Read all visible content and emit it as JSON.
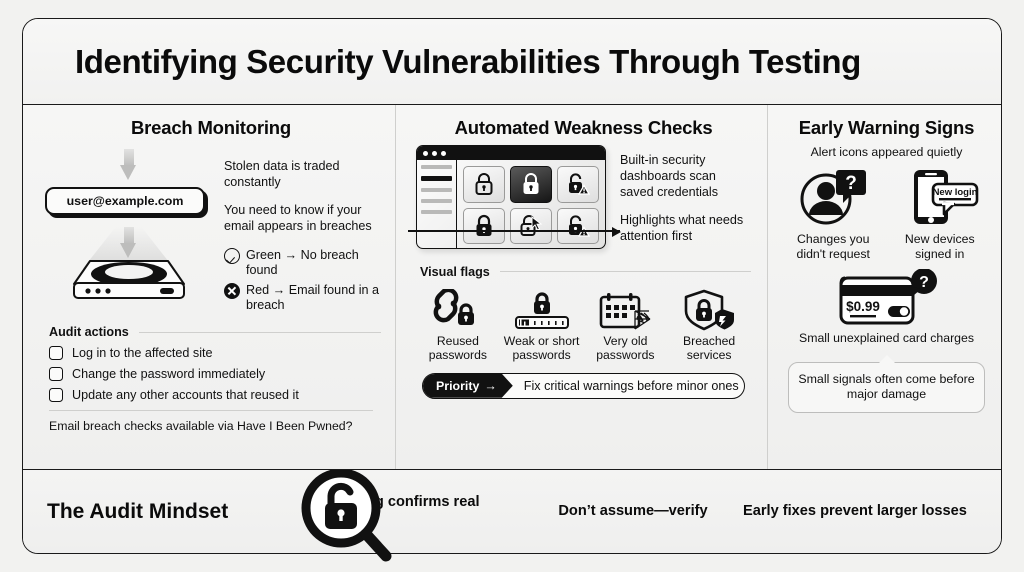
{
  "header": {
    "title": "Identifying Security Vulnerabilities Through Testing"
  },
  "columns": {
    "breach": {
      "heading": "Breach Monitoring",
      "email_chip": "user@example.com",
      "paragraphs": [
        "Stolen data is traded constantly",
        "You need to know if your email appears in breaches"
      ],
      "legend": [
        {
          "icon": "check-circle-icon",
          "text": "Green → No breach found"
        },
        {
          "icon": "x-circle-icon",
          "text": "Red → Email found in a breach"
        }
      ],
      "audit_heading": "Audit actions",
      "audit_items": [
        "Log in to the affected site",
        "Change the password immediately",
        "Update any other accounts that reused it"
      ],
      "footnote": "Email breach checks available via Have I Been Pwned?"
    },
    "weakness": {
      "heading": "Automated Weakness Checks",
      "paragraphs": [
        "Built-in security dashboards scan saved credentials",
        "Highlights what needs attention first"
      ],
      "flags_heading": "Visual flags",
      "flags": [
        {
          "icon": "linked-lock-icon",
          "label": "Reused passwords"
        },
        {
          "icon": "strength-meter-icon",
          "label": "Weak or short passwords"
        },
        {
          "icon": "calendar-cobweb-icon",
          "label": "Very old passwords"
        },
        {
          "icon": "shield-breach-icon",
          "label": "Breached services"
        }
      ],
      "priority_tag": "Priority",
      "priority_text": "Fix critical warnings before minor ones"
    },
    "warnings": {
      "heading": "Early Warning Signs",
      "subtitle": "Alert icons appeared quietly",
      "items": [
        {
          "icon": "user-question-icon",
          "label": "Changes you didn't request"
        },
        {
          "icon": "phone-new-login-icon",
          "label": "New devices signed in",
          "badge": "New login"
        },
        {
          "icon": "credit-card-question-icon",
          "label": "Small unexplained card charges",
          "amount": "$0.99"
        }
      ],
      "callout": "Small signals often come before major damage"
    }
  },
  "footer": {
    "title": "The Audit Mindset",
    "icon": "magnifier-unlock-icon",
    "points": [
      "Testing confirms real safety",
      "Don’t assume—verify",
      "Early fixes prevent larger losses"
    ]
  },
  "colors": {
    "ink": "#0b0b0b",
    "paper": "#f5f5f4",
    "rule": "#cfcfcd"
  }
}
